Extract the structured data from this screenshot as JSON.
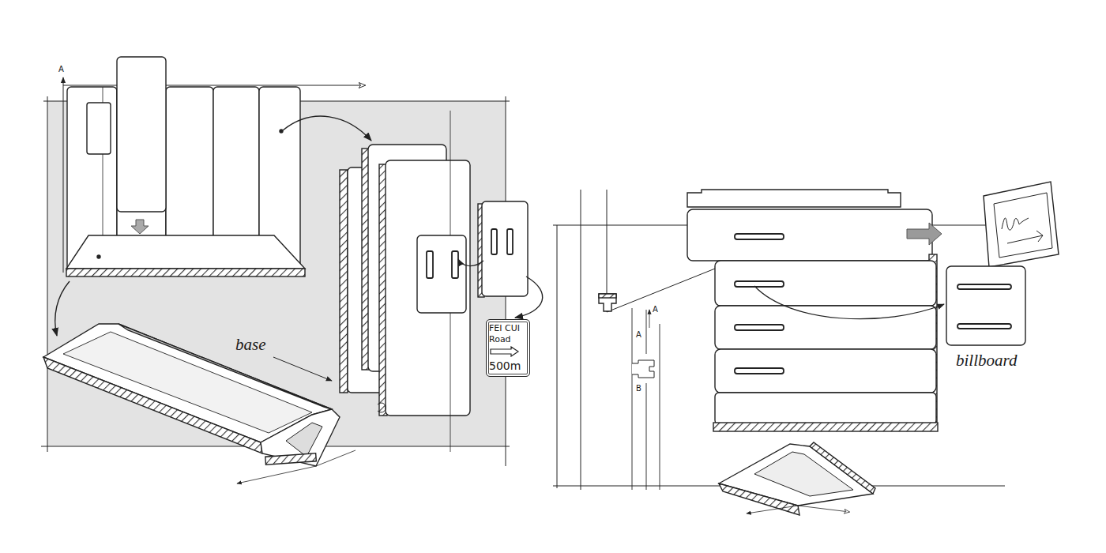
{
  "diagram": {
    "nodes": [
      {
        "text": [
          "FEI CUI Road",
          "500m"
        ]
      }
    ],
    "labels": [
      "A",
      "base",
      "A",
      "A",
      "B",
      "billboard"
    ]
  }
}
